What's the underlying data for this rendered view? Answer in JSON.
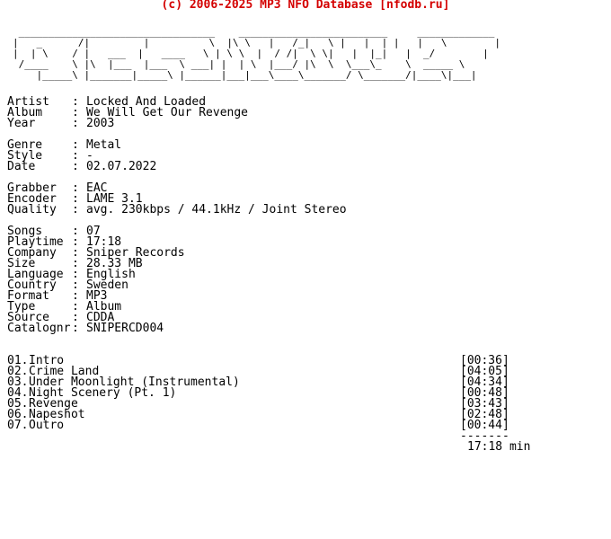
{
  "header": {
    "copyright": "(c) 2006-2025 MP3 NFO Database [nfodb.ru]"
  },
  "logo": {
    "ascii_lines": [
      " _________________________________    _________________________     _____________",
      "|   _      /|         |          \\  |\\ \\   |   /_|   \\ |   |  | |   |   \\        |",
      "|  | \\    / |   ___  |   ____   \\ | \\ \\  |  / /|  \\ \\|   |  |_|   |  _/        |",
      " /____    \\ |\\  |___  |___  \\ ___| |  | \\  |___/ |\\  \\  \\___\\_    \\  _____ \\",
      "    |_____\\ |_______|_____\\ |______|___|___\\____\\_______/ \\_______/|____\\|___|"
    ]
  },
  "info": {
    "group1": [
      {
        "key": "Artist",
        "value": "Locked And Loaded"
      },
      {
        "key": "Album",
        "value": "We Will Get Our Revenge"
      },
      {
        "key": "Year",
        "value": "2003"
      }
    ],
    "group2": [
      {
        "key": "Genre",
        "value": "Metal"
      },
      {
        "key": "Style",
        "value": "-"
      },
      {
        "key": "Date",
        "value": "02.07.2022"
      }
    ],
    "group3": [
      {
        "key": "Grabber",
        "value": "EAC"
      },
      {
        "key": "Encoder",
        "value": "LAME 3.1"
      },
      {
        "key": "Quality",
        "value": "avg. 230kbps / 44.1kHz / Joint Stereo"
      }
    ],
    "group4": [
      {
        "key": "Songs",
        "value": "07"
      },
      {
        "key": "Playtime",
        "value": "17:18"
      },
      {
        "key": "Company",
        "value": "Sniper Records"
      },
      {
        "key": "Size",
        "value": "28.33 MB"
      },
      {
        "key": "Language",
        "value": "English"
      },
      {
        "key": "Country",
        "value": "Sweden"
      },
      {
        "key": "Format",
        "value": "MP3"
      },
      {
        "key": "Type",
        "value": "Album"
      },
      {
        "key": "Source",
        "value": "CDDA"
      },
      {
        "key": "Catalognr",
        "value": "SNIPERCD004"
      }
    ],
    "separator": ":"
  },
  "tracks": [
    {
      "num": "01.",
      "title": "Intro",
      "time": "[00:36]"
    },
    {
      "num": "02.",
      "title": "Crime Land",
      "time": "[04:05]"
    },
    {
      "num": "03.",
      "title": "Under Moonlight (Instrumental)",
      "time": "[04:34]"
    },
    {
      "num": "04.",
      "title": "Night Scenery (Pt. 1)",
      "time": "[00:48]"
    },
    {
      "num": "05.",
      "title": "Revenge",
      "time": "[03:43]"
    },
    {
      "num": "06.",
      "title": "Napeshot",
      "time": "[02:48]"
    },
    {
      "num": "07.",
      "title": "Outro",
      "time": "[00:44]"
    }
  ],
  "total": {
    "rule": "-------",
    "time": "17:18 min"
  }
}
